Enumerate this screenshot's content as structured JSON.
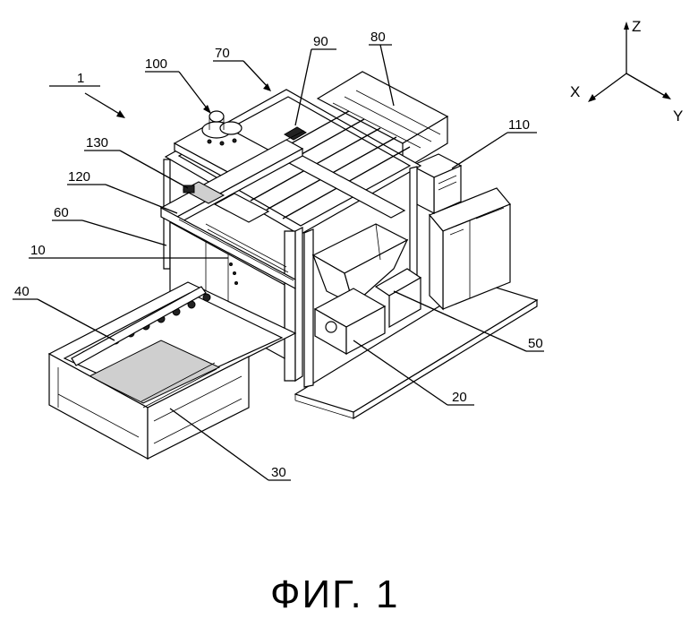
{
  "figure": {
    "caption": "ФИГ. 1",
    "axes": {
      "z": "Z",
      "x": "X",
      "y": "Y"
    },
    "labels": {
      "l1": "1",
      "l100": "100",
      "l70": "70",
      "l90": "90",
      "l80": "80",
      "l130": "130",
      "l120": "120",
      "l60": "60",
      "l10": "10",
      "l40": "40",
      "l110": "110",
      "l50": "50",
      "l20": "20",
      "l30": "30"
    }
  }
}
